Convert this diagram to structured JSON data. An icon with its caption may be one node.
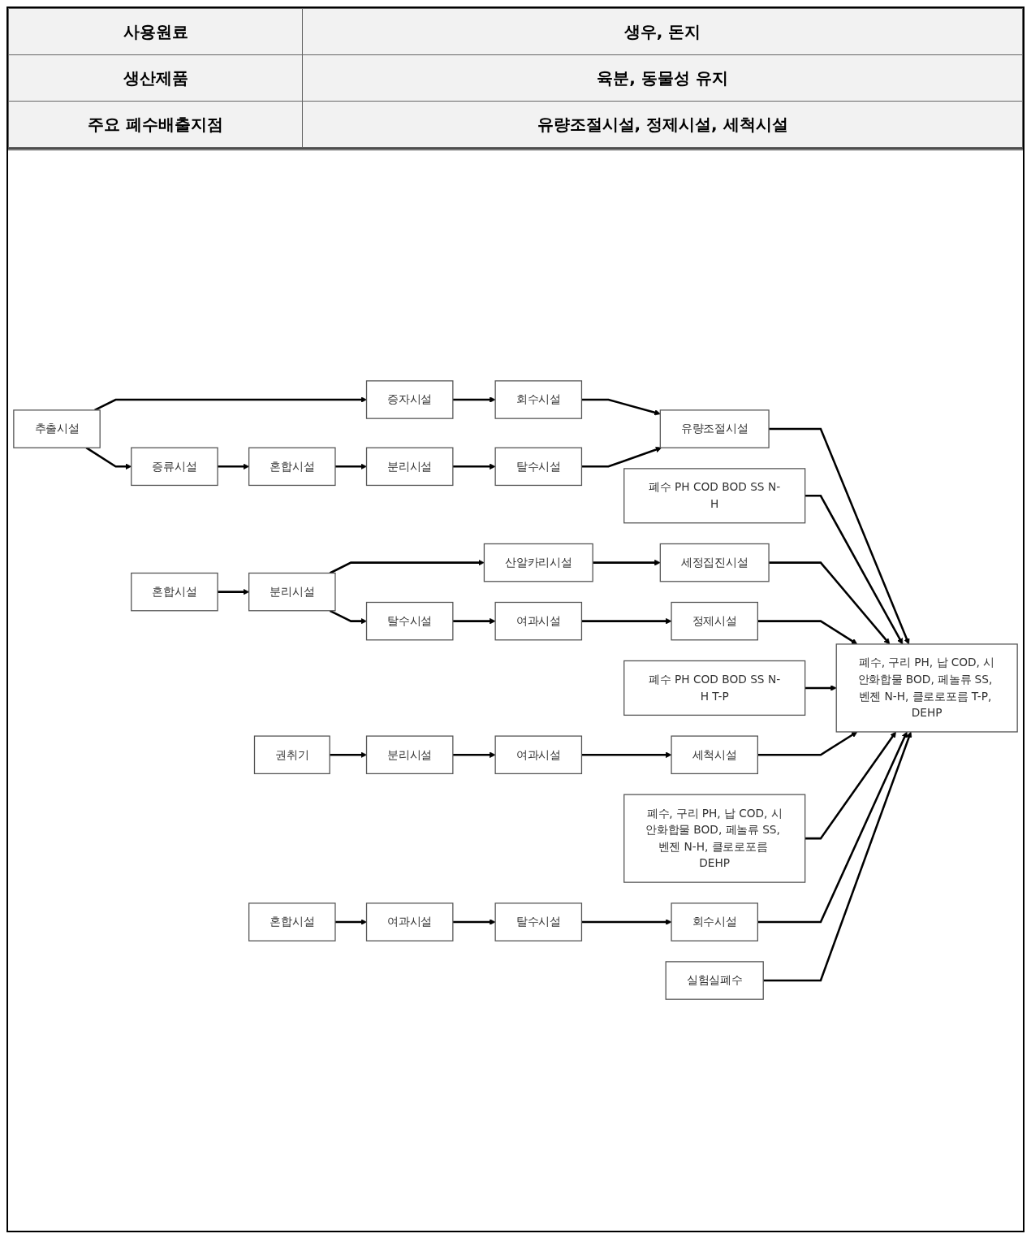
{
  "diagram": {
    "nodes": [
      {
        "text": [
          "추출시설"
        ]
      },
      {
        "text": [
          "증자시설"
        ]
      },
      {
        "text": [
          "회수시설"
        ]
      },
      {
        "text": [
          "증류시설"
        ]
      },
      {
        "text": [
          "유량조절시설"
        ]
      },
      {
        "text": [
          "혼합시설"
        ]
      },
      {
        "text": [
          "분리시설"
        ]
      },
      {
        "text": [
          "탈수시설"
        ]
      },
      {
        "text": [
          "폐수 PH COD BOD SS N-H"
        ]
      },
      {
        "text": [
          "혼합시설"
        ]
      },
      {
        "text": [
          "분리시설"
        ]
      },
      {
        "text": [
          "산알카리시설"
        ]
      },
      {
        "text": [
          "세정집진시설"
        ]
      },
      {
        "text": [
          "탈수시설"
        ]
      },
      {
        "text": [
          "여과시설"
        ]
      },
      {
        "text": [
          "정제시설"
        ]
      },
      {
        "text": [
          "폐수 PH COD BOD SS N-H T-P"
        ]
      },
      {
        "text": [
          "권취기"
        ]
      },
      {
        "text": [
          "분리시설"
        ]
      },
      {
        "text": [
          "여과시설"
        ]
      },
      {
        "text": [
          "세척시설"
        ]
      },
      {
        "text": [
          "폐수, 구리 PH, 납 COD, 시안화합물 BOD, 페놀류 SS, 벤젠 N-H, 클로로포름 DEHP"
        ]
      },
      {
        "text": [
          "혼합시설"
        ]
      },
      {
        "text": [
          "여과시설"
        ]
      },
      {
        "text": [
          "탈수시설"
        ]
      },
      {
        "text": [
          "회수시설"
        ]
      },
      {
        "text": [
          "실험실폐수"
        ]
      },
      {
        "text": [
          "폐수, 구리 PH, 납 COD, 시안화합물 BOD, 페놀류 SS, 벤젠 N-H, 클로로포름 T-P, DEHP"
        ]
      }
    ],
    "edges": [
      {
        "from": 0,
        "to": 1,
        "arrow": "to"
      },
      {
        "from": 1,
        "to": 2,
        "arrow": "to"
      },
      {
        "from": 0,
        "to": 3,
        "arrow": "to"
      },
      {
        "from": 3,
        "to": 5,
        "arrow": "to"
      },
      {
        "from": 5,
        "to": 6,
        "arrow": "to"
      },
      {
        "from": 6,
        "to": 7,
        "arrow": "to"
      },
      {
        "from": 2,
        "to": 4,
        "arrow": "to"
      },
      {
        "from": 7,
        "to": 4,
        "arrow": "to"
      },
      {
        "from": 4,
        "to": 27,
        "arrow": "to"
      },
      {
        "from": 8,
        "to": 27,
        "arrow": "to"
      },
      {
        "from": 9,
        "to": 10,
        "arrow": "to"
      },
      {
        "from": 10,
        "to": 11,
        "arrow": "to"
      },
      {
        "from": 11,
        "to": 12,
        "arrow": "to"
      },
      {
        "from": 10,
        "to": 13,
        "arrow": "to"
      },
      {
        "from": 13,
        "to": 14,
        "arrow": "to"
      },
      {
        "from": 14,
        "to": 15,
        "arrow": "to"
      },
      {
        "from": 12,
        "to": 27,
        "arrow": "to"
      },
      {
        "from": 15,
        "to": 27,
        "arrow": "to"
      },
      {
        "from": 16,
        "to": 27,
        "arrow": "to"
      },
      {
        "from": 17,
        "to": 18,
        "arrow": "to"
      },
      {
        "from": 18,
        "to": 19,
        "arrow": "to"
      },
      {
        "from": 19,
        "to": 20,
        "arrow": "to"
      },
      {
        "from": 20,
        "to": 27,
        "arrow": "to"
      },
      {
        "from": 21,
        "to": 27,
        "arrow": "to"
      },
      {
        "from": 22,
        "to": 23,
        "arrow": "to"
      },
      {
        "from": 23,
        "to": 24,
        "arrow": "to"
      },
      {
        "from": 24,
        "to": 25,
        "arrow": "to"
      },
      {
        "from": 25,
        "to": 27,
        "arrow": "to"
      },
      {
        "from": 26,
        "to": 27,
        "arrow": "to"
      }
    ],
    "labels": [
      "사용원료",
      "생우, 돈지",
      "생산제품",
      "육분, 동물성 유지",
      "주요 폐수배출지점",
      "유량조절시설, 정제시설, 세척시설"
    ]
  }
}
